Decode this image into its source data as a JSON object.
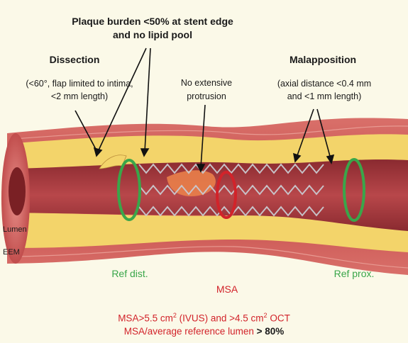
{
  "annotations": {
    "plaque_line1": "Plaque burden <50% at stent edge",
    "plaque_line2": "and no lipid pool",
    "dissection_title": "Dissection",
    "dissection_line1": "(<60°, flap limited to intima,",
    "dissection_line2": "<2 mm length)",
    "protrusion_line1": "No extensive",
    "protrusion_line2": "protrusion",
    "malapposition_title": "Malapposition",
    "malapposition_line1": "(axial distance <0.4 mm",
    "malapposition_line2": "and <1 mm length)"
  },
  "side_labels": {
    "lumen": "Lumen",
    "eem": "EEM"
  },
  "ring_labels": {
    "ref_dist": "Ref dist.",
    "msa": "MSA",
    "ref_prox": "Ref prox."
  },
  "criteria": {
    "line1_part1": "MSA>5.5 cm",
    "line1_sup1": "2",
    "line1_part2": " (IVUS) and >4.5 cm",
    "line1_sup2": "2",
    "line1_part3": " OCT",
    "line2_msa": "MSA",
    "line2_rest": "/average reference lumen",
    "line2_value": " > 80%"
  },
  "colors": {
    "vessel_red": "#c94a4a",
    "plaque_yellow": "#f3d46a",
    "ring_green": "#3aa64a",
    "ring_red": "#d2232a",
    "lumen_dark": "#9b2e33"
  }
}
